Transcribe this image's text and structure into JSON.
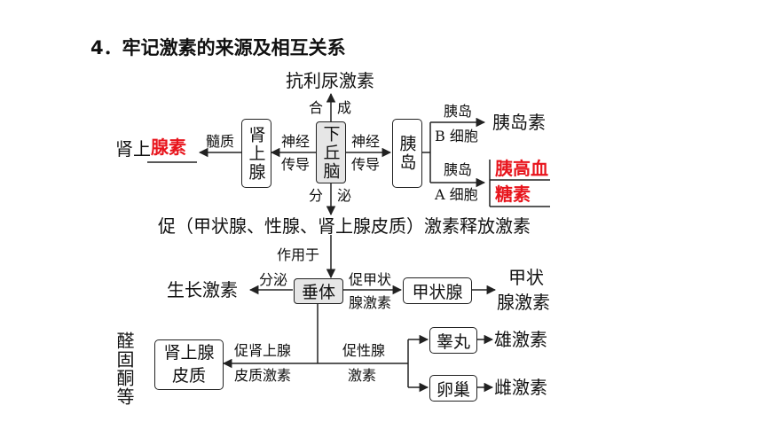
{
  "title": "4．牢记激素的来源及相互关系",
  "top": {
    "adh": "抗利尿激素",
    "he": "合",
    "cheng": "成",
    "fen": "分",
    "mi": "泌",
    "hypothalamus": "下丘脑"
  },
  "left": {
    "adrenal_medulla_box": "肾上腺",
    "marrow": "髓质",
    "nerve1": "神经",
    "conduct1": "传导",
    "adrenal_prefix": "肾上",
    "adrenal_answer": "腺素"
  },
  "right": {
    "nerve2": "神经",
    "conduct2": "传导",
    "islet_box": "胰岛",
    "islet1": "胰岛",
    "b_cell": "B 细胞",
    "insulin": "胰岛素",
    "islet2": "胰岛",
    "a_cell": "A 细胞",
    "glucagon_line1": "胰高血",
    "glucagon_line2": "糖素"
  },
  "mid": {
    "releasing": "促（甲状腺、性腺、肾上腺皮质）激素释放激素",
    "acts_on": "作用于",
    "pituitary": "垂体",
    "secrete": "分泌",
    "growth": "生长激素",
    "tsh1": "促甲状",
    "tsh2": "腺激素",
    "thyroid_box": "甲状腺",
    "thyroxine1": "甲状",
    "thyroxine2": "腺激素"
  },
  "bottom": {
    "acth1": "促肾上腺",
    "acth2": "皮质激素",
    "cortex_box1": "肾上腺",
    "cortex_box2": "皮质",
    "steroids": "醛固酮等",
    "gn1": "促性腺",
    "gn2": "激素",
    "testis_box": "睾丸",
    "androgen": "雄激素",
    "ovary_box": "卵巢",
    "estrogen": "雌激素"
  }
}
